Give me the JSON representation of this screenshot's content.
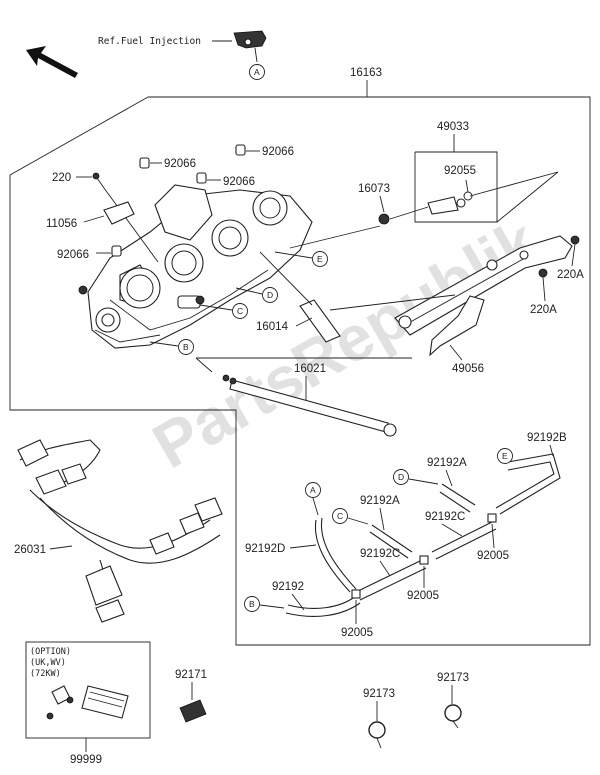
{
  "ref": {
    "text": "Ref.Fuel Injection",
    "callout": "A"
  },
  "watermark": "PartsRepublik",
  "callouts": [
    "A",
    "B",
    "C",
    "D",
    "E"
  ],
  "parts": {
    "p16163": "16163",
    "p49033": "49033",
    "p92055": "92055",
    "p16073": "16073",
    "p220": "220",
    "p92066a": "92066",
    "p92066b": "92066",
    "p92066c": "92066",
    "p92066d": "92066",
    "p11056": "11056",
    "p16014": "16014",
    "p16021": "16021",
    "p220A_1": "220A",
    "p220A_2": "220A",
    "p49056": "49056",
    "p26031": "26031",
    "p92192B": "92192B",
    "p92192A_1": "92192A",
    "p92192A_2": "92192A",
    "p92192C_1": "92192C",
    "p92192C_2": "92192C",
    "p92192D": "92192D",
    "p92192": "92192",
    "p92005_1": "92005",
    "p92005_2": "92005",
    "p92005_3": "92005",
    "p92171": "92171",
    "p92173_1": "92173",
    "p92173_2": "92173",
    "p99999": "99999"
  },
  "option_note": [
    "(OPTION)",
    "(UK,WV)",
    "(72KW)"
  ]
}
